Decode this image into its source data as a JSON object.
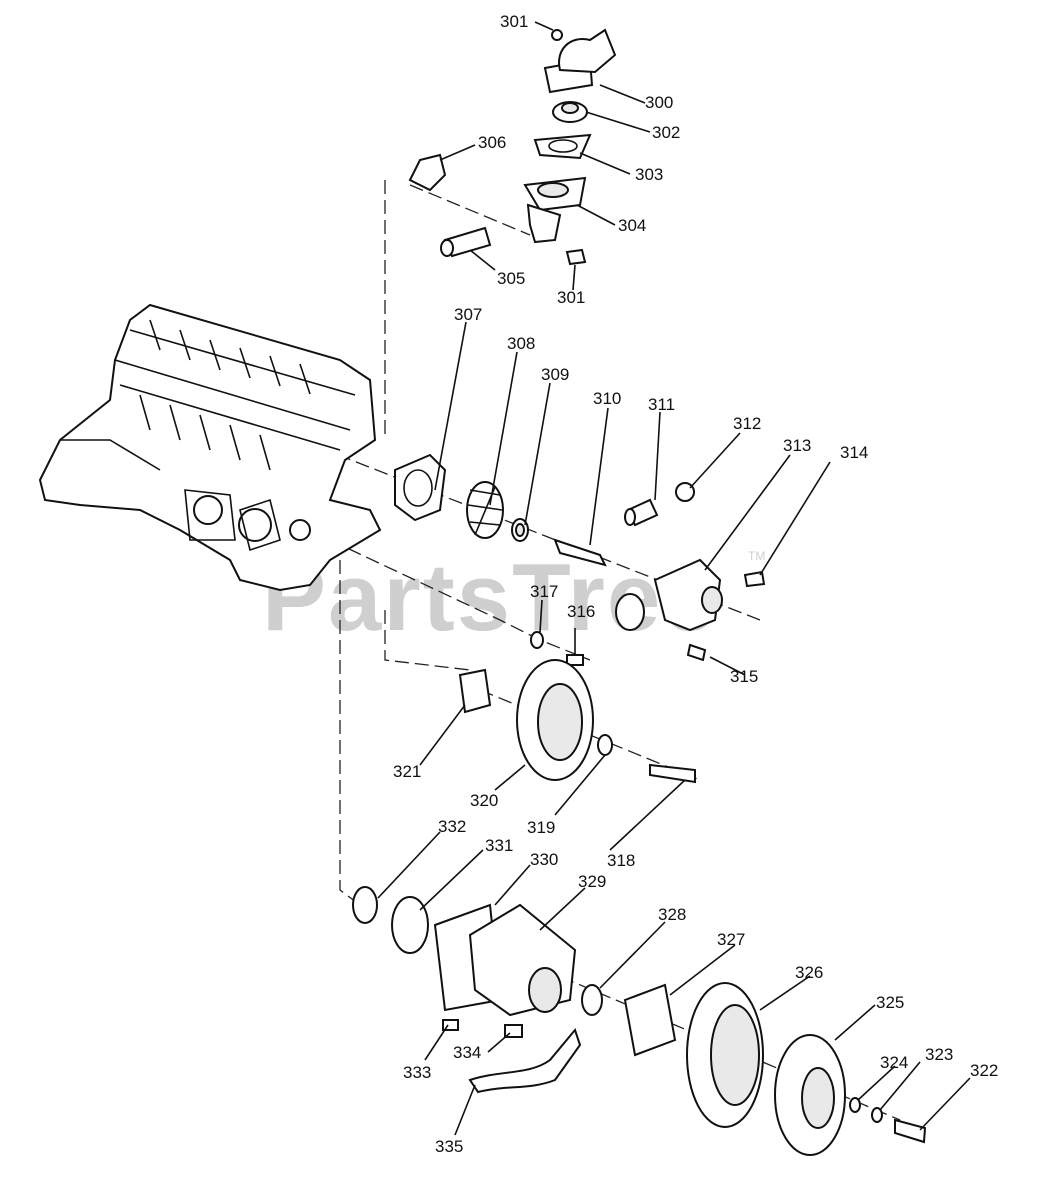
{
  "watermark": "PartsTree",
  "watermark_tm": "TM",
  "callouts": [
    {
      "id": "c300",
      "text": "300"
    },
    {
      "id": "c301a",
      "text": "301"
    },
    {
      "id": "c302",
      "text": "302"
    },
    {
      "id": "c303",
      "text": "303"
    },
    {
      "id": "c304",
      "text": "304"
    },
    {
      "id": "c305",
      "text": "305"
    },
    {
      "id": "c301b",
      "text": "301"
    },
    {
      "id": "c306",
      "text": "306"
    },
    {
      "id": "c307",
      "text": "307"
    },
    {
      "id": "c308",
      "text": "308"
    },
    {
      "id": "c309",
      "text": "309"
    },
    {
      "id": "c310",
      "text": "310"
    },
    {
      "id": "c311",
      "text": "311"
    },
    {
      "id": "c312",
      "text": "312"
    },
    {
      "id": "c313",
      "text": "313"
    },
    {
      "id": "c314",
      "text": "314"
    },
    {
      "id": "c315",
      "text": "315"
    },
    {
      "id": "c316",
      "text": "316"
    },
    {
      "id": "c317",
      "text": "317"
    },
    {
      "id": "c318",
      "text": "318"
    },
    {
      "id": "c319",
      "text": "319"
    },
    {
      "id": "c320",
      "text": "320"
    },
    {
      "id": "c321",
      "text": "321"
    },
    {
      "id": "c322",
      "text": "322"
    },
    {
      "id": "c323",
      "text": "323"
    },
    {
      "id": "c324",
      "text": "324"
    },
    {
      "id": "c325",
      "text": "325"
    },
    {
      "id": "c326",
      "text": "326"
    },
    {
      "id": "c327",
      "text": "327"
    },
    {
      "id": "c328",
      "text": "328"
    },
    {
      "id": "c329",
      "text": "329"
    },
    {
      "id": "c330",
      "text": "330"
    },
    {
      "id": "c331",
      "text": "331"
    },
    {
      "id": "c332",
      "text": "332"
    },
    {
      "id": "c333",
      "text": "333"
    },
    {
      "id": "c334",
      "text": "334"
    },
    {
      "id": "c335",
      "text": "335"
    }
  ]
}
